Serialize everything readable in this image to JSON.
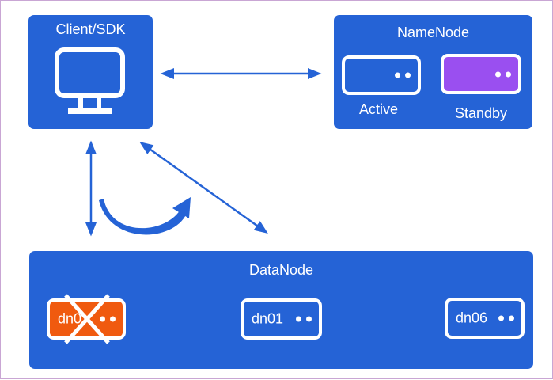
{
  "client": {
    "title": "Client/SDK"
  },
  "namenode": {
    "title": "NameNode",
    "active_label": "Active",
    "standby_label": "Standby"
  },
  "datanode": {
    "title": "DataNode",
    "nodes": [
      {
        "label": "dn0",
        "state": "failed"
      },
      {
        "label": "dn01",
        "state": "normal"
      },
      {
        "label": "dn06",
        "state": "normal"
      }
    ]
  },
  "colors": {
    "panel": "#2563d6",
    "standby": "#9a4ff0",
    "failed": "#f05a0f",
    "arrow": "#2563d6",
    "frame_border": "#c9a6d4"
  },
  "icons": [
    "monitor-icon",
    "server-icon",
    "cross-icon",
    "double-arrow-icon",
    "curved-arrow-icon"
  ]
}
